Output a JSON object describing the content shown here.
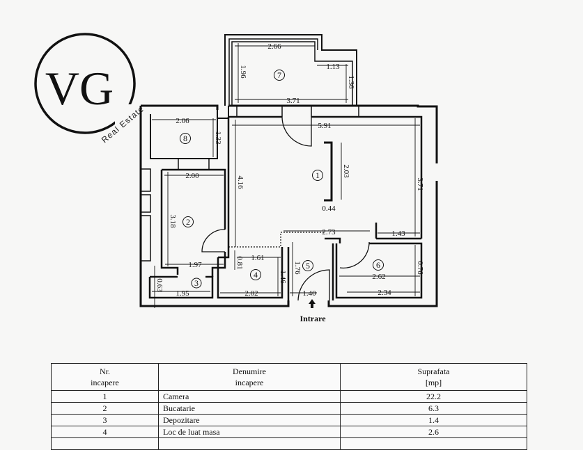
{
  "logo": {
    "monogram": "VG",
    "tagline": "Real Estate"
  },
  "plan": {
    "rooms": [
      "1",
      "2",
      "3",
      "4",
      "5",
      "6",
      "7",
      "8"
    ],
    "dimensions": {
      "d7_top": "2.66",
      "d7_left": "1.96",
      "d7_notch": "1.13",
      "d7_right": "1.36",
      "d7_bottom": "3.71",
      "d8_width": "2.06",
      "d8_height": "1.33",
      "d1_width": "5.91",
      "d1_left": "4.16",
      "d1_wall": "2.03",
      "d1_right": "3.71",
      "d1_small": "0.44",
      "d1_bottom": "2.73",
      "d1_bottom_right": "1.43",
      "d2_top": "2.00",
      "d2_left": "3.18",
      "d2_bottom": "1.97",
      "d3_height": "0.63",
      "d3_width": "1.95",
      "d4_top": "1.61",
      "d4_left": "0.81",
      "d4_right": "1.46",
      "d4_bottom": "2.02",
      "d5_height": "1.76",
      "d5_width": "1.40",
      "d6_width": "2.62",
      "d6_height": "0.76",
      "d6_bottom": "2.34"
    },
    "entrance_label": "Intrare"
  },
  "table": {
    "headers": [
      [
        "Nr.",
        "incapere"
      ],
      [
        "Denumire",
        "incapere"
      ],
      [
        "Suprafata",
        "[mp]"
      ]
    ],
    "rows": [
      {
        "nr": "1",
        "name": "Camera",
        "area": "22.2"
      },
      {
        "nr": "2",
        "name": "Bucatarie",
        "area": "6.3"
      },
      {
        "nr": "3",
        "name": "Depozitare",
        "area": "1.4"
      },
      {
        "nr": "4",
        "name": "Loc de luat masa",
        "area": "2.6"
      }
    ]
  }
}
